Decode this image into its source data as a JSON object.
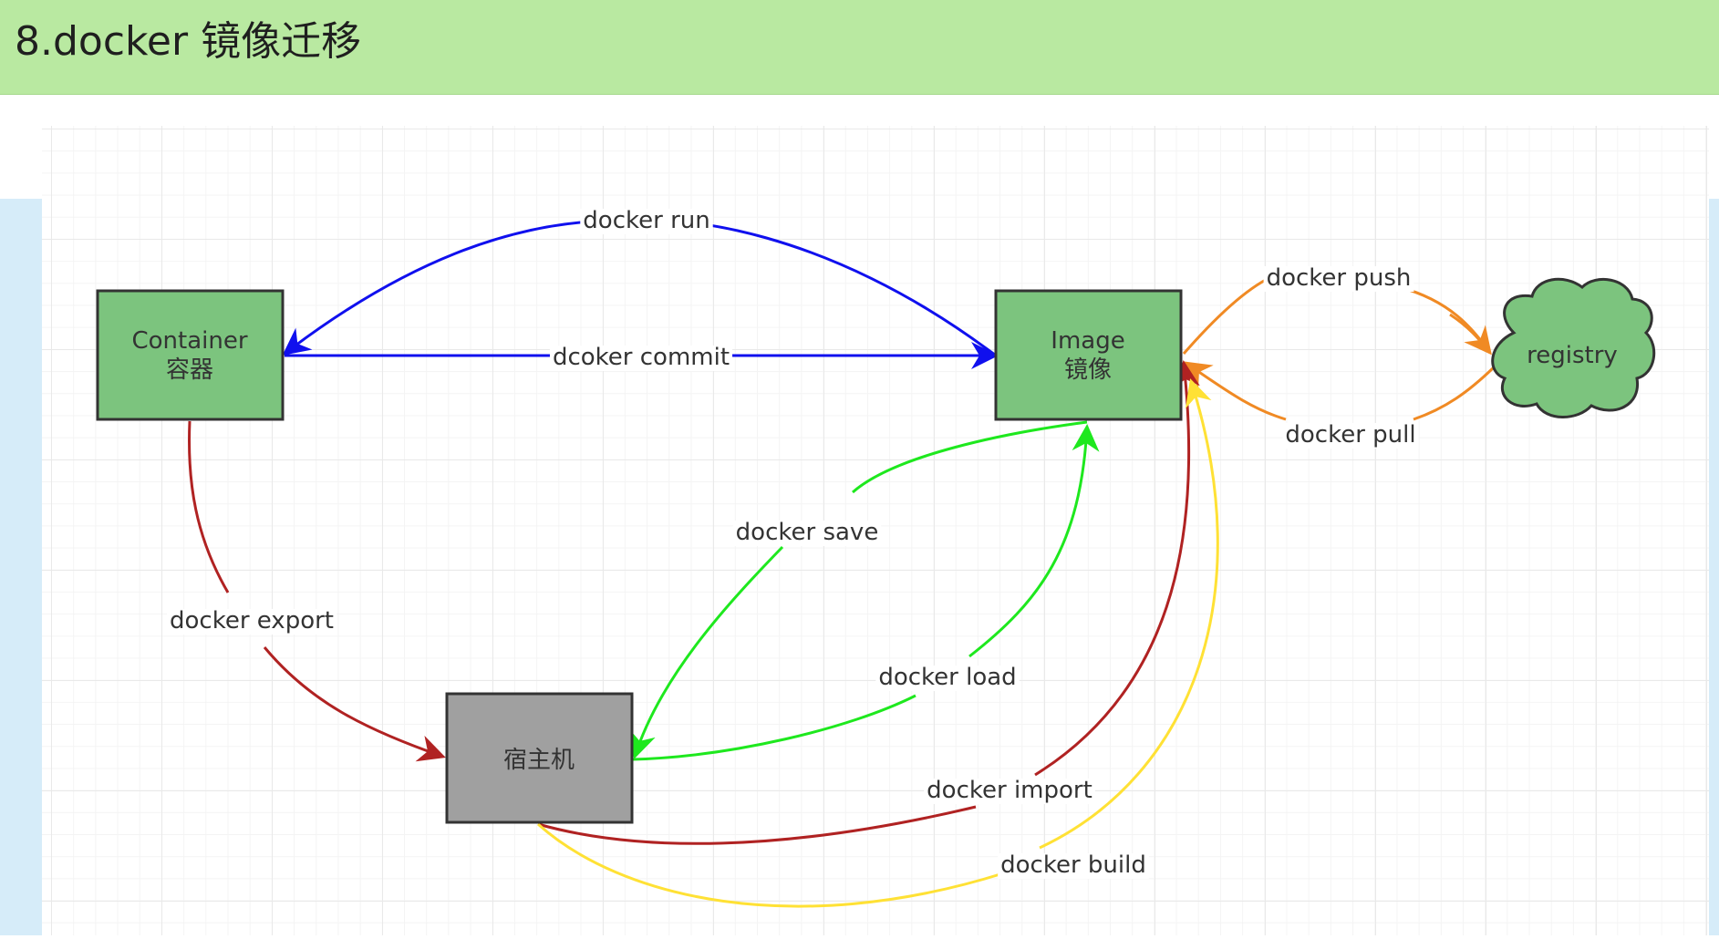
{
  "header": {
    "title": "8.docker 镜像迁移"
  },
  "colors": {
    "header_bg": "#b9e9a1",
    "node_green": "#7cc47e",
    "node_gray": "#a0a0a0",
    "blue": "#1010ee",
    "red": "#b02222",
    "green": "#1ee81e",
    "orange": "#f08a24",
    "yellow": "#ffe135"
  },
  "nodes": {
    "container": {
      "line1": "Container",
      "line2": "容器"
    },
    "image": {
      "line1": "Image",
      "line2": "镜像"
    },
    "host": {
      "label": "宿主机"
    },
    "registry": {
      "label": "registry"
    }
  },
  "edges": {
    "run": "docker run",
    "commit": "dcoker commit",
    "push": "docker push",
    "pull": "docker pull",
    "save": "docker save",
    "load": "docker load",
    "export": "docker export",
    "import": "docker import",
    "build": "docker build"
  }
}
